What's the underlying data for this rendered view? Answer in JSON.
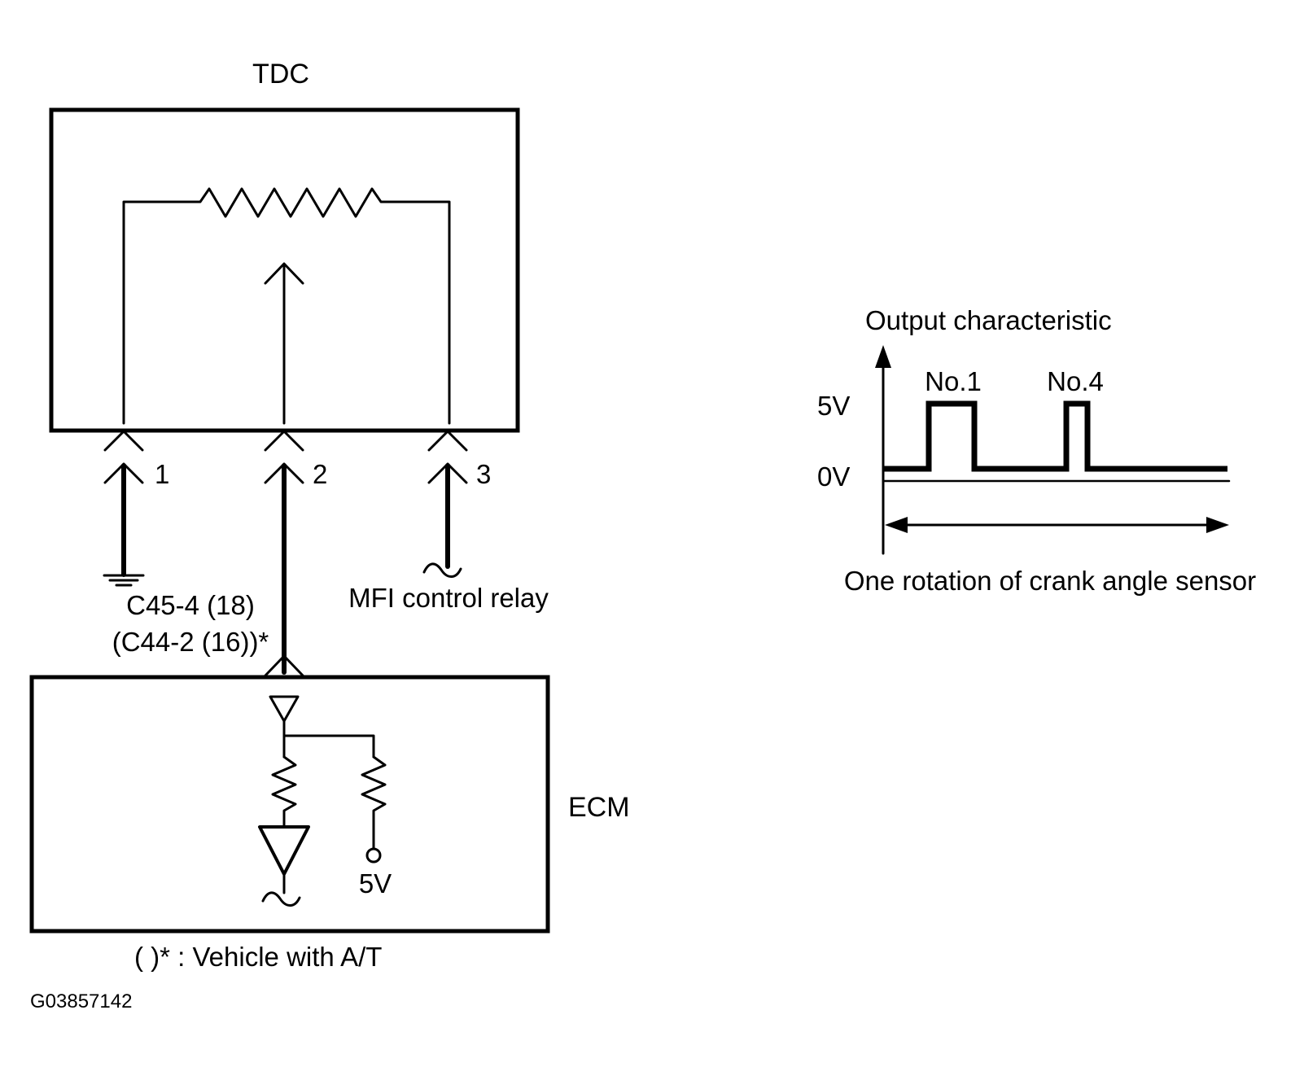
{
  "tdc_label": "TDC",
  "ecm_label": "ECM",
  "pins": {
    "p1": "1",
    "p2": "2",
    "p3": "3"
  },
  "ground_connector": {
    "line1": "C45-4 (18)",
    "line2": "(C44-2 (16))*"
  },
  "relay_label": "MFI control relay",
  "ecm_supply_label": "5V",
  "footnote": "(    )* : Vehicle with A/T",
  "figure_id": "G03857142",
  "output_chart": {
    "title": "Output characteristic",
    "y_high_label": "5V",
    "y_low_label": "0V",
    "pulse1_label": "No.1",
    "pulse2_label": "No.4",
    "x_span_label": "One rotation of crank angle sensor"
  },
  "colors": {
    "ink": "#000000",
    "background": "#ffffff"
  }
}
